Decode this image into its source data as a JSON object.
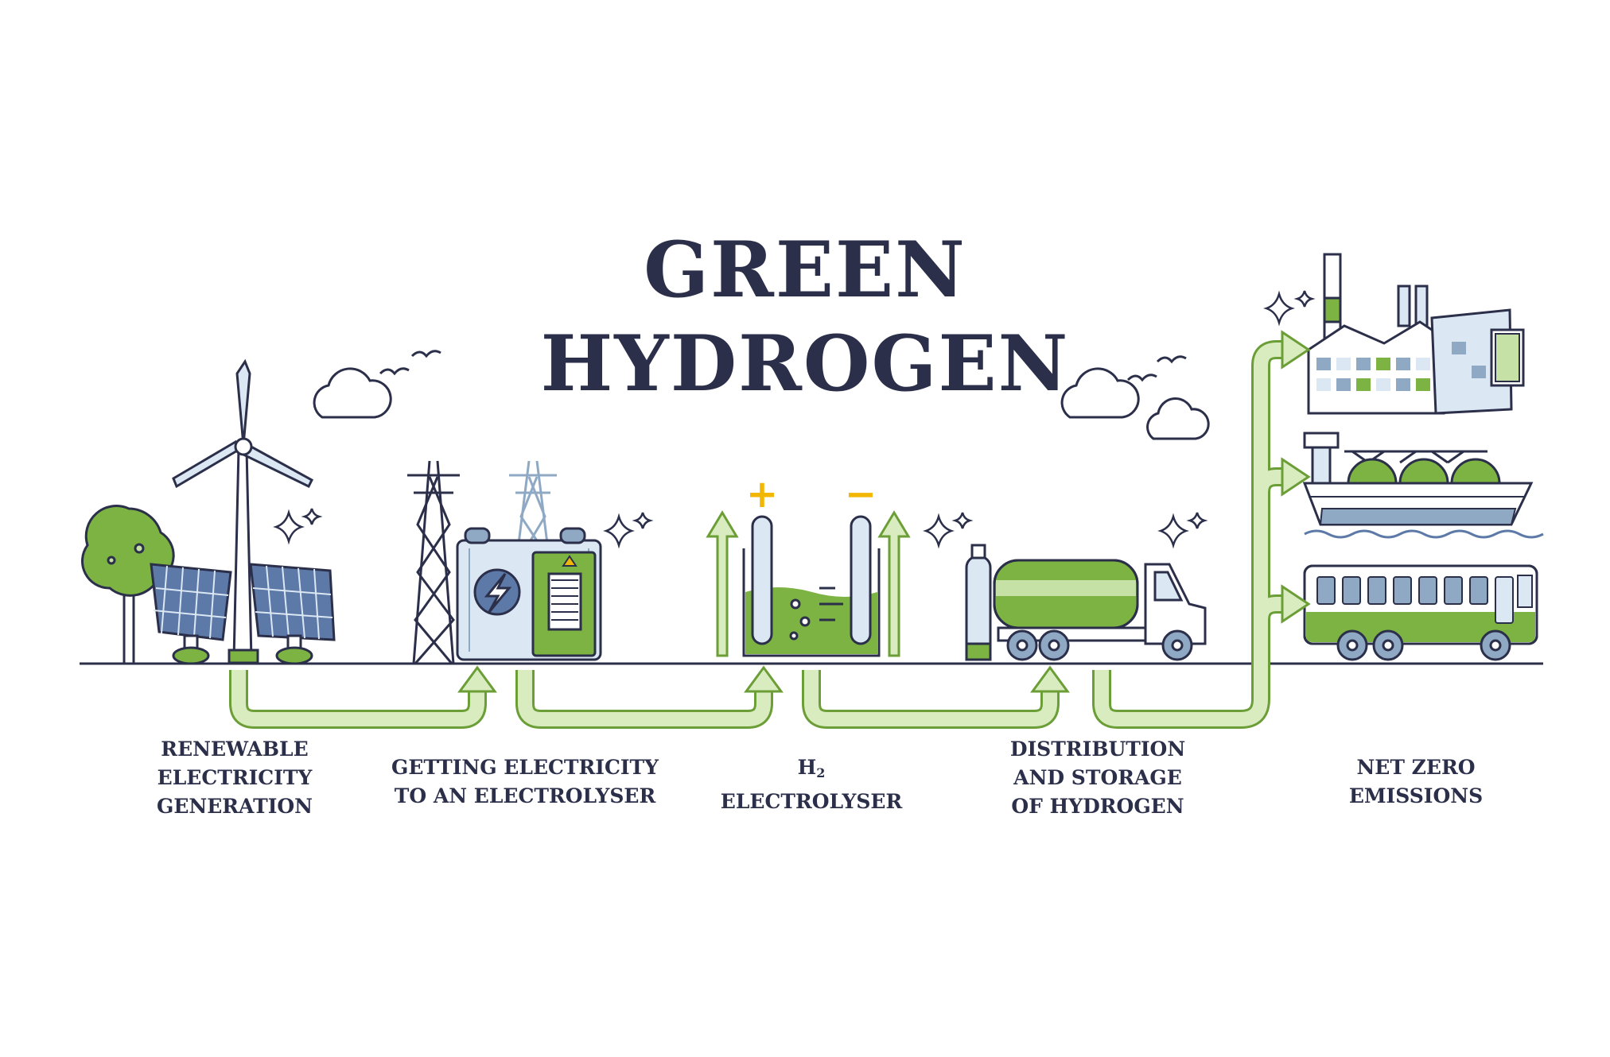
{
  "title": {
    "line1": "GREEN",
    "line2": "HYDROGEN"
  },
  "stages": [
    {
      "id": "renewable",
      "lines": [
        "RENEWABLE",
        "ELECTRICITY",
        "GENERATION"
      ]
    },
    {
      "id": "grid",
      "lines": [
        "GETTING ELECTRICITY",
        "TO AN ELECTROLYSER"
      ]
    },
    {
      "id": "electrolyser",
      "formula_main": "H",
      "formula_sub": "2",
      "lines": [
        "ELECTROLYSER"
      ]
    },
    {
      "id": "distribution",
      "lines": [
        "DISTRIBUTION",
        "AND STORAGE",
        "OF HYDROGEN"
      ]
    },
    {
      "id": "netzero",
      "lines": [
        "NET ZERO",
        "EMISSIONS"
      ]
    }
  ],
  "symbols": {
    "plus": "+",
    "minus": "−"
  },
  "colors": {
    "navy": "#2b2f4a",
    "green": "#7cb342",
    "lightGreen": "#c5e1a5",
    "arrowFill": "#d9ecbf",
    "arrowStroke": "#6b9e36",
    "blue": "#dbe7f3",
    "darkBlue": "#8fa9c4",
    "solar": "#5c79a8",
    "yellow": "#f2b705"
  },
  "icons": [
    "wind-turbine-icon",
    "solar-panel-icon",
    "tree-icon",
    "power-pylon-icon",
    "transformer-icon",
    "lightning-icon",
    "electrolyser-icon",
    "gas-cylinder-icon",
    "tanker-truck-icon",
    "factory-icon",
    "lng-ship-icon",
    "bus-icon",
    "cloud-icon",
    "bird-icon",
    "sparkle-icon"
  ]
}
